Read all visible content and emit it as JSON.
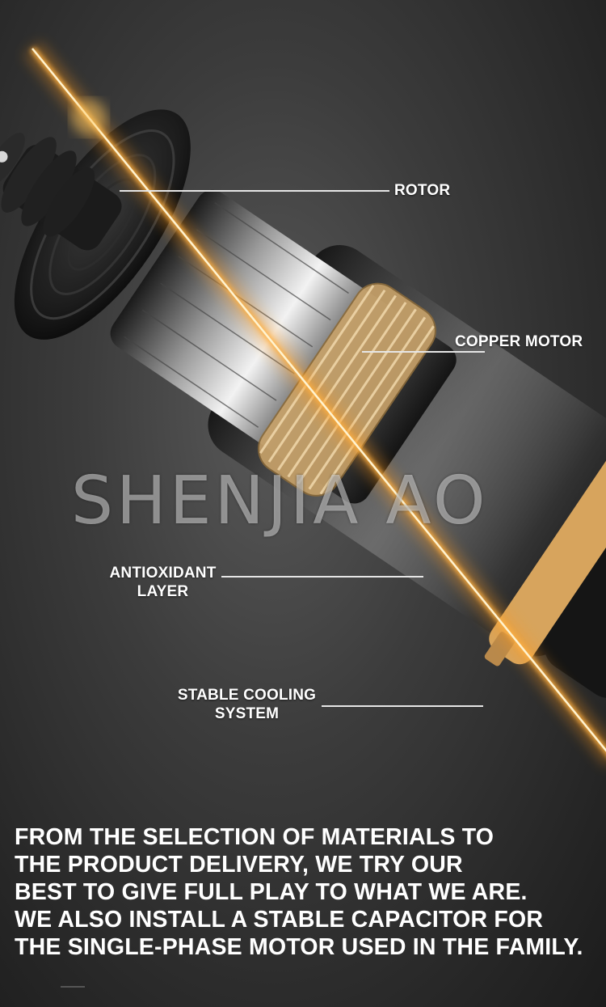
{
  "watermark": "SHENJIA AO",
  "callouts": {
    "rotor": "ROTOR",
    "copper_motor": "COPPER MOTOR",
    "antioxidant_line1": "ANTIOXIDANT",
    "antioxidant_line2": "LAYER",
    "cooling_line1": "STABLE COOLING",
    "cooling_line2": "SYSTEM"
  },
  "description": [
    "FROM THE SELECTION OF MATERIALS TO",
    "THE PRODUCT DELIVERY, WE TRY OUR",
    "BEST TO GIVE FULL PLAY TO WHAT WE ARE.",
    "WE ALSO INSTALL A STABLE CAPACITOR FOR",
    "THE SINGLE-PHASE MOTOR USED IN THE FAMILY."
  ],
  "colors": {
    "background": "#2b2b2b",
    "glow": "#ff9a1a",
    "copper": "#c9a36a",
    "text": "#ffffff"
  }
}
